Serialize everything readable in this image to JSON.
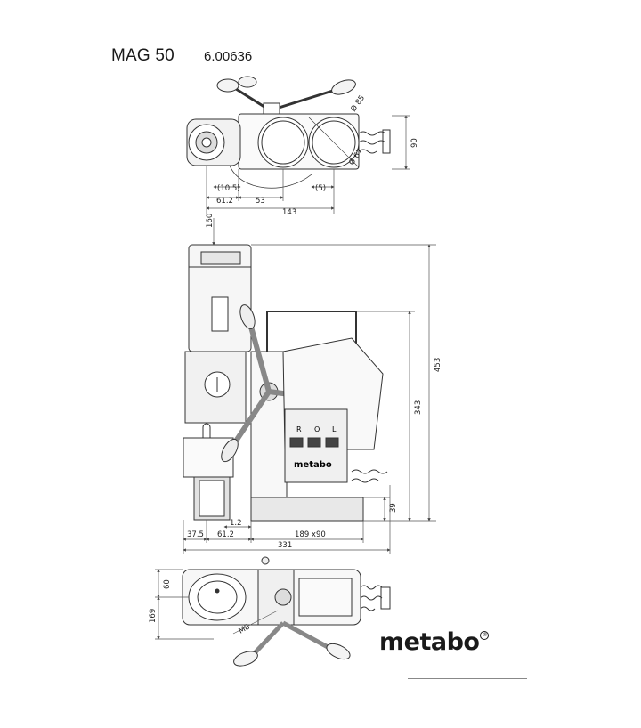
{
  "header": {
    "model": "MAG 50",
    "code": "6.00636"
  },
  "brand": {
    "name": "metabo",
    "registered_mark": "®"
  },
  "top_view": {
    "dims": {
      "diameter_85": "Ø 85",
      "diameter_67": "Ø 67",
      "height_90": "90",
      "paren_10_5": "(10.5)",
      "paren_5": "(5)",
      "w_61_2": "61.2",
      "w_53": "53",
      "w_143": "143"
    }
  },
  "side_view": {
    "dims": {
      "h_160": "160",
      "h_453": "453",
      "h_343": "343",
      "h_39": "39",
      "w_1_2": "1.2",
      "w_37_5": "37.5",
      "w_61_2": "61.2",
      "base_189x90": "189 x90",
      "w_331": "331"
    },
    "control_labels": [
      "R",
      "O",
      "L"
    ],
    "panel_brand": "metabo"
  },
  "bottom_view": {
    "dims": {
      "h_60": "60",
      "h_169": "169",
      "thread_m8": "M8"
    }
  },
  "colors": {
    "line": "#333333",
    "dim_line": "#555555",
    "fill_light": "#f2f2f2",
    "fill_mid": "#d8d8d8"
  }
}
